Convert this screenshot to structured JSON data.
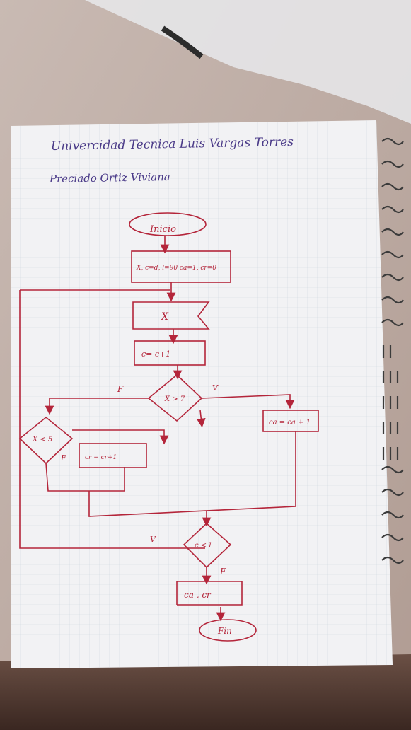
{
  "header": {
    "line1": "Univercidad Tecnica Luis Vargas Torres",
    "line2": "Preciado Ortiz Viviana"
  },
  "flowchart": {
    "start": "Inicio",
    "init": "X, c=d, l=90 ca=1, cr=0",
    "input": "X",
    "counter": "c= c+1",
    "decision1": "X > 7",
    "false_label1": "F",
    "true_label1": "V",
    "true_process": "ca = ca + 1",
    "decision2": "X < 5",
    "false_label2": "F",
    "false_process": "cr = cr+1",
    "loop_decision": "c < l",
    "loop_true_label": "V",
    "loop_false_label": "F",
    "output": "ca , cr",
    "end": "Fin"
  },
  "colors": {
    "ink_red": "#b4253a",
    "ink_purple": "#4a3a88",
    "paper": "#f1f1f2",
    "grid": "#c8d4df"
  }
}
